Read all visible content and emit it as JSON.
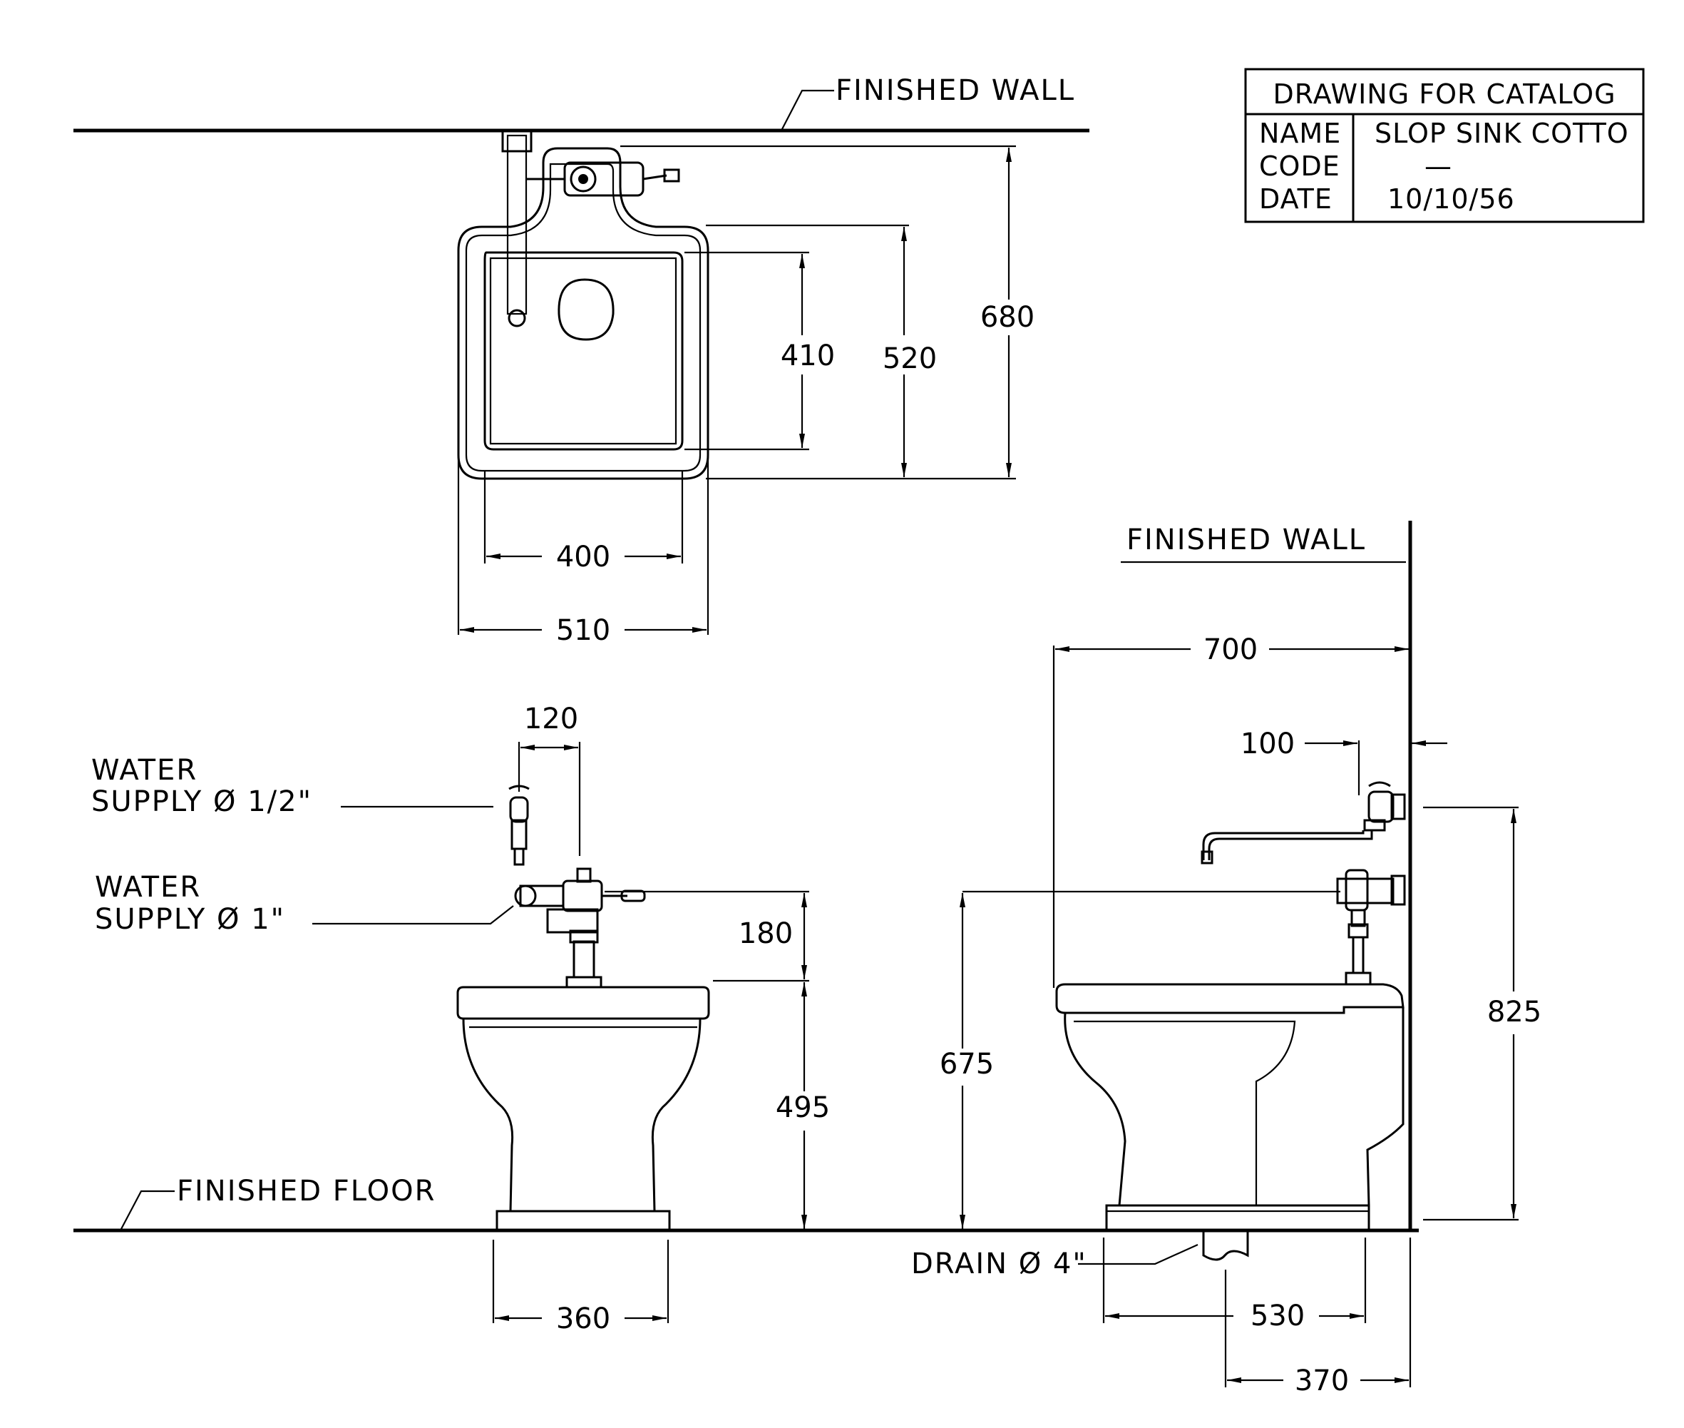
{
  "title_block": {
    "heading": "DRAWING FOR CATALOG",
    "name_label": "NAME",
    "name_value": "SLOP SINK COTTO",
    "code_label": "CODE",
    "code_value": "—",
    "date_label": "DATE",
    "date_value": "10/10/56"
  },
  "labels": {
    "finished_wall_top": "FINISHED WALL",
    "finished_wall_side": "FINISHED WALL",
    "finished_floor": "FINISHED FLOOR",
    "water_supply_half_line1": "WATER",
    "water_supply_half_line2": "SUPPLY Ø 1/2\"",
    "water_supply_one_line1": "WATER",
    "water_supply_one_line2": "SUPPLY Ø 1\"",
    "drain": "DRAIN Ø 4\""
  },
  "dimensions": {
    "plan_inner_depth": "410",
    "plan_bowl_depth": "520",
    "plan_total_depth": "680",
    "plan_inner_width": "400",
    "plan_total_width": "510",
    "front_supply_offset": "120",
    "front_valve_height": "180",
    "front_rim_height": "495",
    "front_base_width": "360",
    "side_total_depth": "700",
    "side_faucet_offset": "100",
    "side_valve_height": "675",
    "side_faucet_height": "825",
    "side_base_depth": "530",
    "side_drain_offset": "370"
  }
}
